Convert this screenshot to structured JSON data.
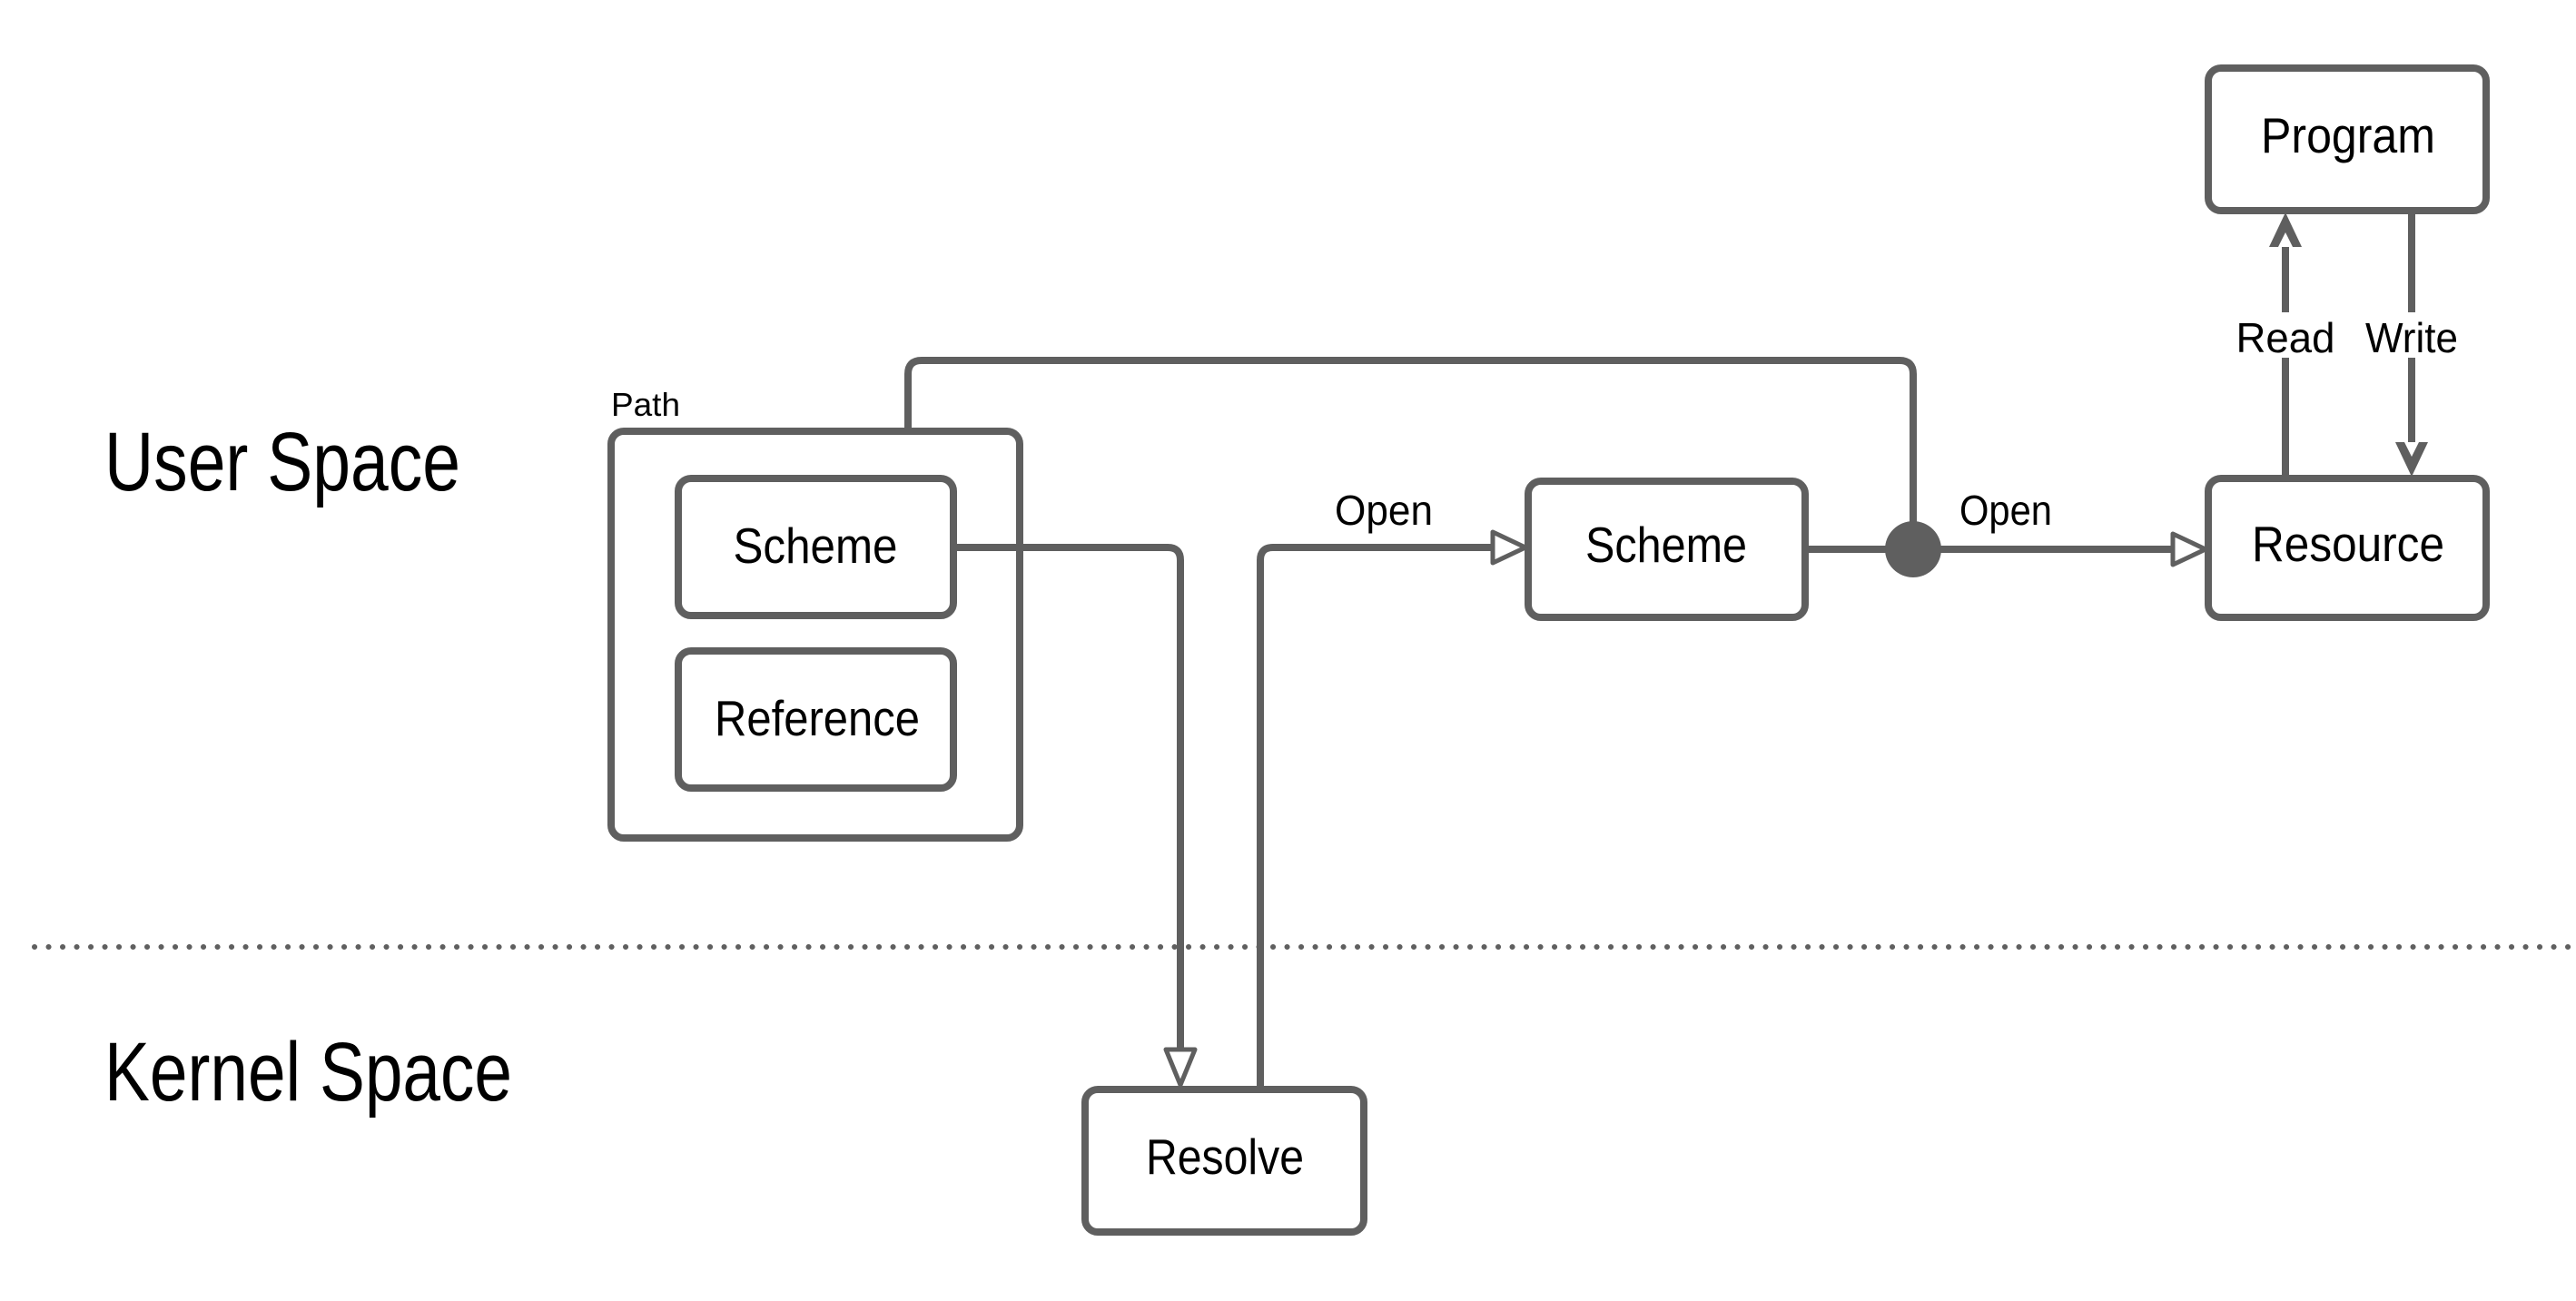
{
  "diagram": {
    "regions": {
      "user_space": "User Space",
      "kernel_space": "Kernel Space"
    },
    "nodes": {
      "path_group": "Path",
      "scheme_in_path": "Scheme",
      "reference": "Reference",
      "scheme_handler": "Scheme",
      "resolve": "Resolve",
      "program": "Program",
      "resource": "Resource"
    },
    "edge_labels": {
      "open_scheme": "Open",
      "open_resource": "Open",
      "read": "Read",
      "write": "Write"
    },
    "colors": {
      "line": "#5f5f5f",
      "text": "#000000",
      "background": "#ffffff",
      "node_fill": "#ffffff"
    }
  }
}
